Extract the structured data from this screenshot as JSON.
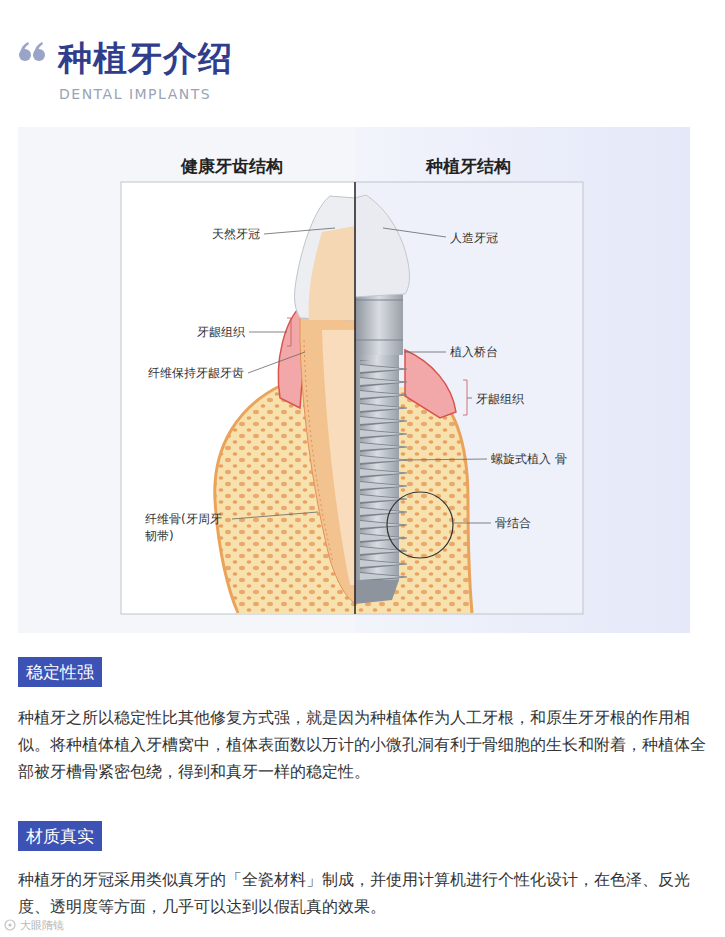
{
  "diagram": {
    "title": "种植牙介绍",
    "nodes": [
      {
        "text": [
          "稳定性强"
        ]
      },
      {
        "text": [
          "材质真实"
        ]
      }
    ],
    "labels": [
      "DENTAL IMPLANTS",
      "健康牙齿结构",
      "种植牙结构",
      "天然牙冠",
      "牙龈组织",
      "纤维保持牙龈牙齿",
      "纤维骨(牙周牙 韧带)",
      "人造牙冠",
      "植入桥台",
      "牙龈组织",
      "螺旋式植入 骨",
      "骨结合",
      "种植牙之所以稳定性比其他修复方式强，就是因为种植体作为人工牙根，和原生牙牙根的作用相似。将种植体植入牙槽窝中，植体表面数以万计的小微孔洞有利于骨细胞的生长和附着，种植体全部被牙槽骨紧密包绕，得到和真牙一样的稳定性。",
      "种植牙的牙冠采用类似真牙的「全瓷材料」制成，并使用计算机进行个性化设计，在色泽、反光度、透明度等方面，几乎可以达到以假乱真的效果。",
      "大眼隋镜"
    ]
  }
}
